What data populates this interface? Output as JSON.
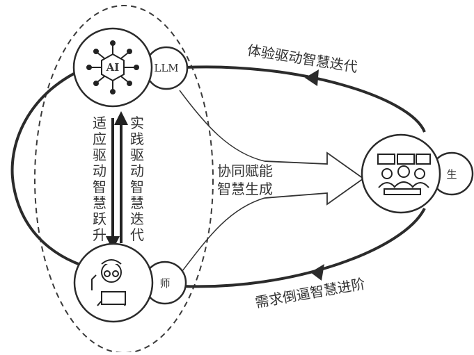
{
  "nodes": {
    "llm": {
      "icon": "ai-chip-icon",
      "tag": "LLM"
    },
    "student": {
      "icon": "students-classroom-icon",
      "tag": "生"
    },
    "teacher": {
      "icon": "teacher-reading-icon",
      "tag": "师"
    }
  },
  "edges": {
    "top_arc": "体验驱动智慧迭代",
    "bottom_arc": "需求倒逼智慧进阶",
    "left_down": "适应驱动智慧跃升",
    "right_up": "实践驱动智慧迭代",
    "center_line1": "协同赋能",
    "center_line2": "智慧生成"
  },
  "colors": {
    "stroke": "#2b2b2b",
    "text": "#333333",
    "dashed": "#3a3a3a"
  }
}
